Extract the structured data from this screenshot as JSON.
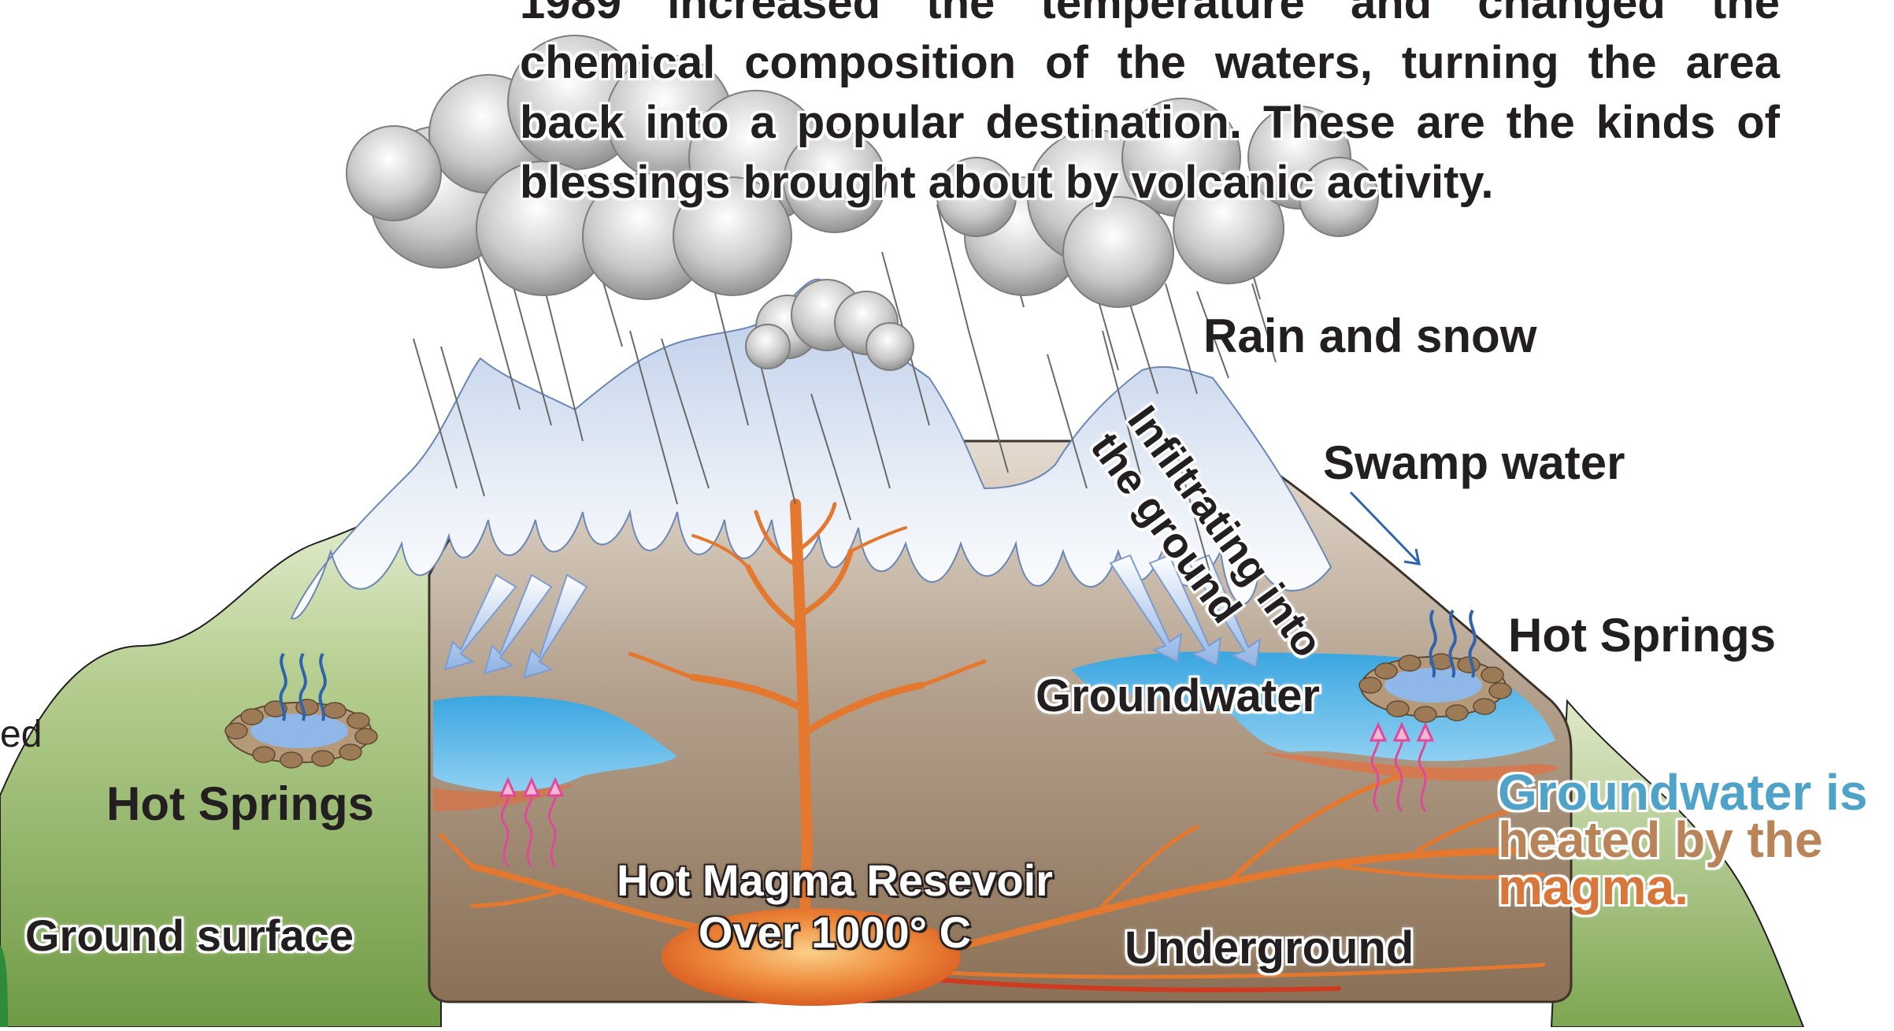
{
  "paragraph": {
    "lines": [
      "1989 increased the temperature and changed the",
      "chemical composition of the waters, turning the area",
      "back into a popular destination. These are the kinds of",
      "blessings brought about by volcanic activity."
    ]
  },
  "labels": {
    "rain_and_snow": "Rain and snow",
    "infiltrating_line1": "Infiltrating into",
    "infiltrating_line2": "the ground",
    "swamp_water": "Swamp water",
    "hot_springs_right": "Hot Springs",
    "groundwater": "Groundwater",
    "hot_springs_left": "Hot Springs",
    "ground_surface": "Ground surface",
    "magma_line1": "Hot Magma Resevoir",
    "magma_line2": "Over 1000° C",
    "underground": "Underground",
    "heated_line1": "Groundwater is",
    "heated_line2": "heated by the",
    "heated_line3": "magma.",
    "cut_left_fragment": "ed"
  },
  "colors": {
    "text": "#231f20",
    "ground_green": "#8db35c",
    "earth_brown": "#8a7560",
    "snow_blue": "#c5d5ec",
    "water_blue": "#58b4e6",
    "magma_orange": "#e4782e",
    "heat_pink": "#e0489a",
    "heated_text_blue": "#4fa3c9",
    "heated_text_orange": "#d9763a"
  }
}
